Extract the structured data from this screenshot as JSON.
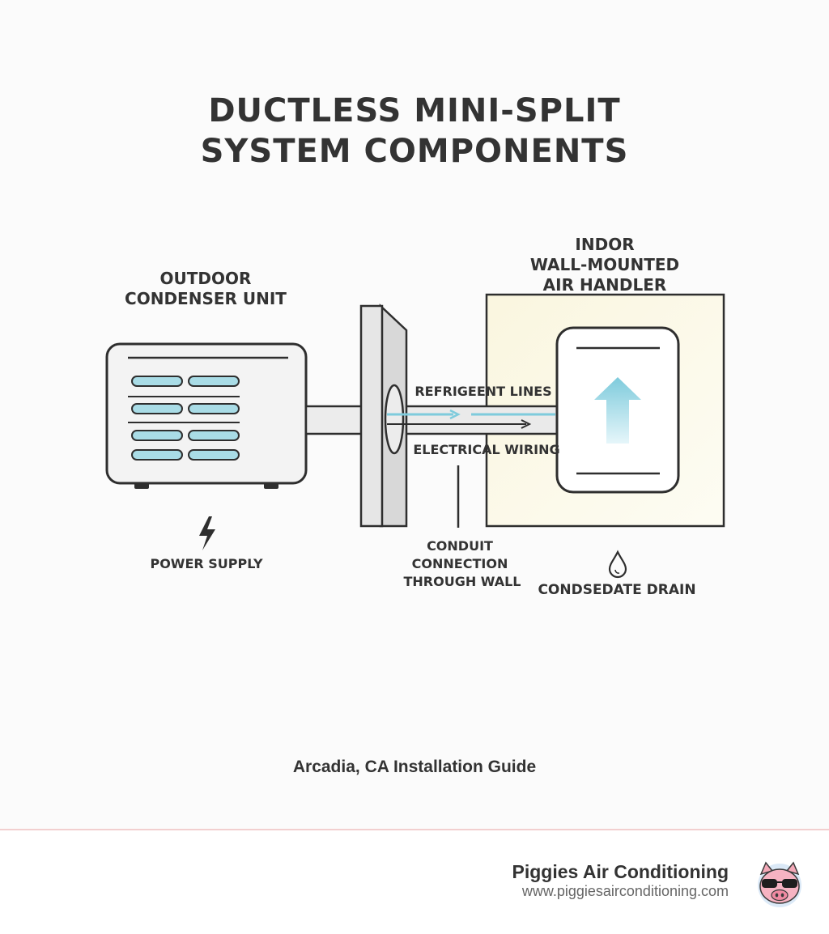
{
  "title": {
    "line1": "DUCTLESS MINI-SPLIT",
    "line2": "SYSTEM COMPONENTS"
  },
  "labels": {
    "outdoor_line1": "OUTDOOR",
    "outdoor_line2": "CONDENSER UNIT",
    "indoor_line1": "INDOR",
    "indoor_line2": "WALL-MOUNTED",
    "indoor_line3": "AIR HANDLER",
    "refrigerant": "REFRIGEENT LINES",
    "electrical": "ELECTRICAL WIRING",
    "conduit_line1": "CONDUIT",
    "conduit_line2": "CONNECTION",
    "conduit_line3": "THROUGH WALL",
    "power": "POWER SUPPLY",
    "drain": "CONDSEDATE DRAIN"
  },
  "subtitle": "Arcadia, CA Installation Guide",
  "footer": {
    "brand_name": "Piggies Air Conditioning",
    "brand_url": "www.piggiesairconditioning.com"
  },
  "colors": {
    "accent_blue": "#8fd3e0",
    "indoor_panel": "#fbf8e6",
    "stroke": "#2e2e2e"
  }
}
